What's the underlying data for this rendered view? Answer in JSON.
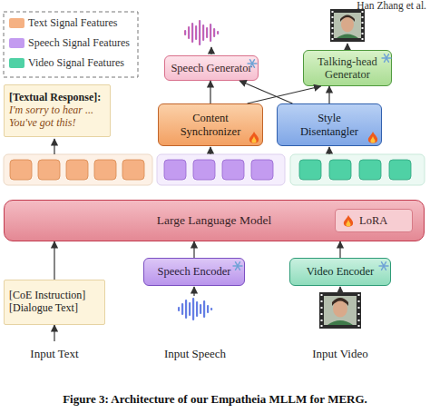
{
  "diagram": {
    "caption": "Figure 3: Architecture of our Empatheia MLLM for MERG.",
    "nodes": [
      {
        "text": [
          "Speech Generator"
        ]
      },
      {
        "text": [
          "Talking-head Generator"
        ]
      },
      {
        "text": [
          "[Textual Response]:",
          "I'm sorry to hear ... You've got this!"
        ]
      },
      {
        "text": [
          "Content Synchronizer"
        ]
      },
      {
        "text": [
          "Style Disentangler"
        ]
      },
      {
        "text": [
          "Large Language Model"
        ]
      },
      {
        "text": [
          "LoRA"
        ],
        "in": 5
      },
      {
        "text": [
          "[CoE Instruction]",
          "[Dialogue Text]"
        ]
      },
      {
        "text": [
          "Speech Encoder"
        ]
      },
      {
        "text": [
          "Video Encoder"
        ]
      }
    ],
    "edges": [
      {
        "from": 3,
        "to": 0,
        "arrow": "to"
      },
      {
        "from": 3,
        "to": 1,
        "arrow": "to"
      },
      {
        "from": 4,
        "to": 0,
        "arrow": "to"
      },
      {
        "from": 4,
        "to": 1,
        "arrow": "to"
      },
      {
        "from": 7,
        "to": 5,
        "arrow": "to"
      },
      {
        "from": 8,
        "to": 5,
        "arrow": "to"
      },
      {
        "from": 9,
        "to": 5,
        "arrow": "to"
      }
    ],
    "labels": [
      "Han Zhang et al.",
      "Input Text",
      "Input Speech",
      "Input Video"
    ],
    "legend": [
      {
        "text": "Text Signal Features",
        "color": "#f5b183"
      },
      {
        "text": "Speech Signal Features",
        "color": "#c39bf0"
      },
      {
        "text": "Video Signal Features",
        "color": "#4fd1a5"
      }
    ]
  }
}
